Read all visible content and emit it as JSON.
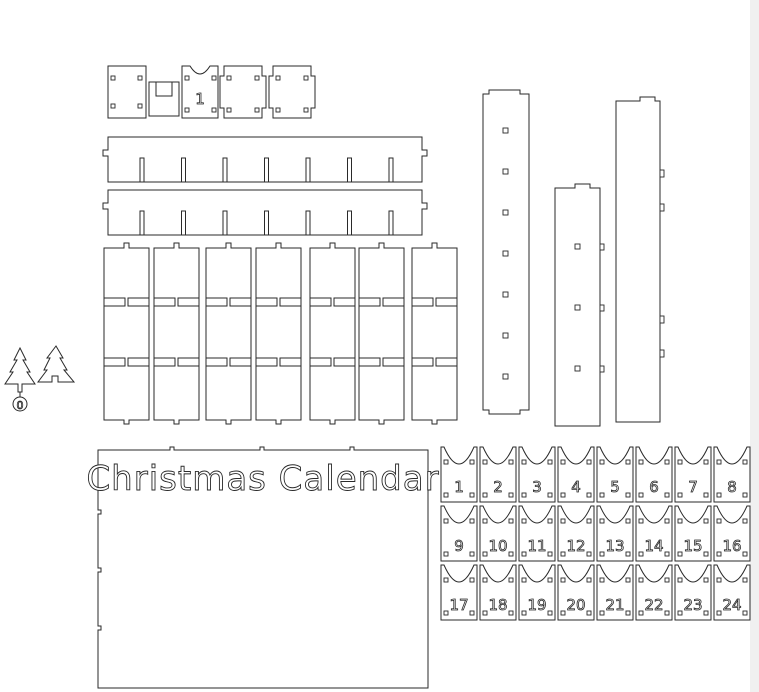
{
  "panel": {
    "title": "Christmas Calendar"
  },
  "small_door_label": "1",
  "tree_token_label": "0",
  "doors": [
    "1",
    "2",
    "3",
    "4",
    "5",
    "6",
    "7",
    "8",
    "9",
    "10",
    "11",
    "12",
    "13",
    "14",
    "15",
    "16",
    "17",
    "18",
    "19",
    "20",
    "21",
    "22",
    "23",
    "24"
  ],
  "colors": {
    "stroke": "#2a2a2a",
    "background": "#ffffff"
  }
}
